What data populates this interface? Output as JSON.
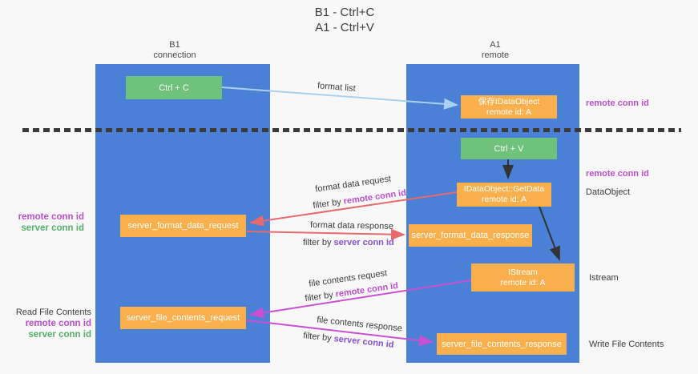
{
  "title": {
    "line1": "B1 - Ctrl+C",
    "line2": "A1 - Ctrl+V"
  },
  "columns": {
    "b1": {
      "name": "B1",
      "subtitle": "connection"
    },
    "a1": {
      "name": "A1",
      "subtitle": "remote"
    }
  },
  "boxes": {
    "ctrl_c": {
      "label": "Ctrl + C"
    },
    "save_dataobject": {
      "line1": "保存IDataObject",
      "line2": "remote id: A"
    },
    "ctrl_v": {
      "label": "Ctrl + V"
    },
    "getdata": {
      "line1": "IDataObject::GetData",
      "line2": "remote id: A"
    },
    "format_request": {
      "label": "server_format_data_request"
    },
    "format_response": {
      "label": "server_format_data_response"
    },
    "istream": {
      "line1": "IStream",
      "line2": "remote id: A"
    },
    "file_request": {
      "label": "server_file_contents_request"
    },
    "file_response": {
      "label": "server_file_contents_response"
    }
  },
  "arrow_labels": {
    "format_list": "format list",
    "format_data_request": "format data request",
    "format_data_response": "format data response",
    "file_contents_request": "file contents request",
    "file_contents_response": "file contents response",
    "filter_by": "filter by",
    "remote_conn_id": "remote conn id",
    "server_conn_id": "server conn id"
  },
  "side_labels": {
    "remote_conn_id": "remote conn id",
    "server_conn_id": "server conn id",
    "dataobject": "DataObject",
    "istream": "Istream",
    "read_file_contents": "Read File Contents",
    "write_file_contents": "Write File Contents"
  },
  "colors": {
    "column_blue": "#4a80d6",
    "box_orange": "#f9af4b",
    "box_green": "#6fc27c",
    "arrow_lightblue": "#a8d2f0",
    "arrow_red": "#e8696b",
    "arrow_magenta": "#cb4fd3",
    "arrow_black": "#333333",
    "text_magenta": "#bc4fce",
    "text_purple": "#8a50d2",
    "text_green": "#55b06a"
  }
}
